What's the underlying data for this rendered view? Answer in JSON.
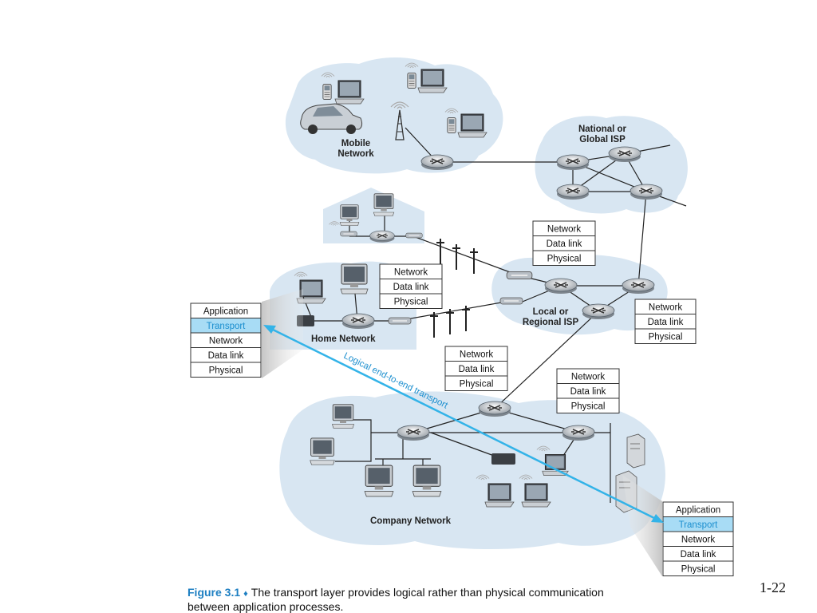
{
  "regions": {
    "mobile": "Mobile\nNetwork",
    "national_isp": "National or\nGlobal ISP",
    "local_isp": "Local or\nRegional ISP",
    "home": "Home Network",
    "company": "Company Network"
  },
  "stacks": {
    "three_layer": [
      "Network",
      "Data link",
      "Physical"
    ],
    "five_layer": [
      "Application",
      "Transport",
      "Network",
      "Data link",
      "Physical"
    ],
    "highlight": "Transport"
  },
  "arrow_label": "Logical end-to-end transport",
  "caption": {
    "figure": "Figure 3.1",
    "separator": "♦",
    "text": "The transport layer provides logical rather than physical communication between application processes."
  },
  "page_number": "1-22",
  "colors": {
    "cloud": "#d8e6f2",
    "highlight": "#a8dcf5",
    "arrow": "#33b3e8",
    "caption_accent": "#1d7fc2"
  }
}
